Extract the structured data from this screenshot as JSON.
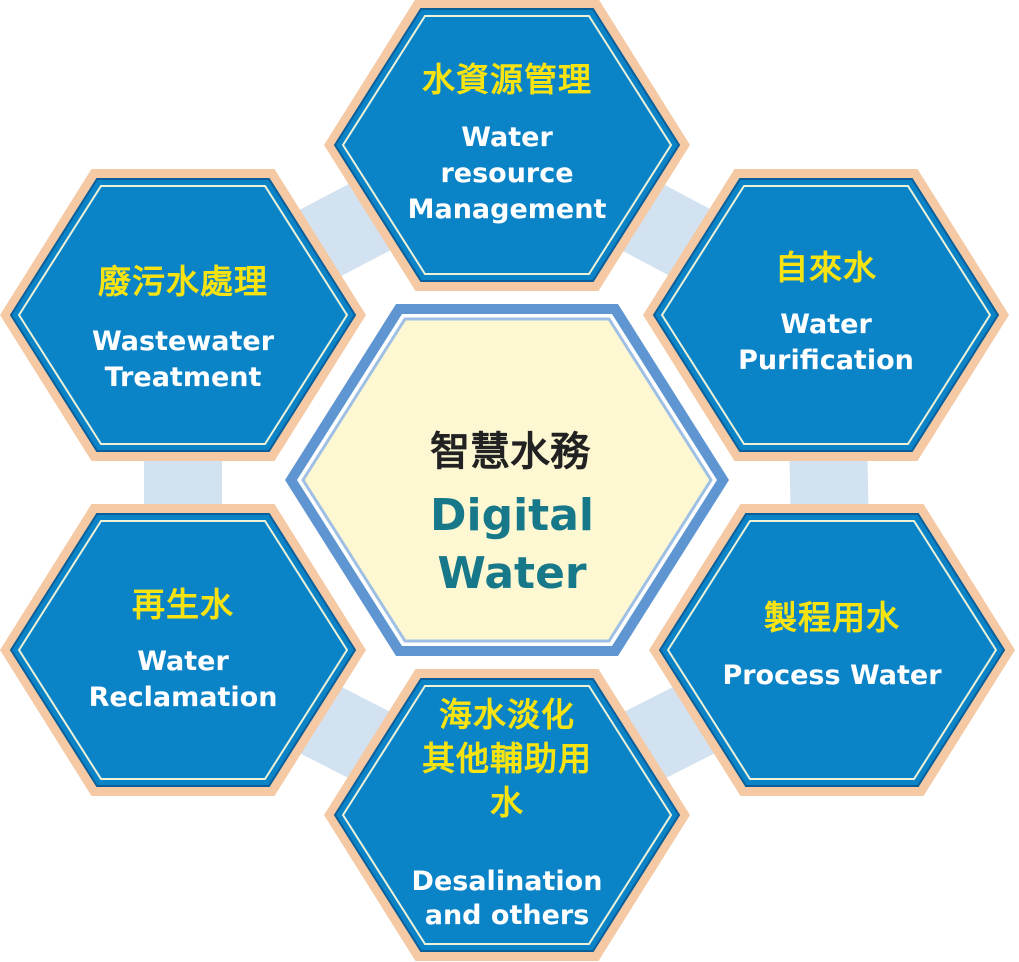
{
  "colors": {
    "border": "#f4c9a4",
    "fill": "#0b83c7",
    "inner_line": "#eef2d8",
    "connector": "#d3e2f0",
    "center_fill": "#fdf8d2",
    "center_border": "#5f95d0",
    "zh_text": "#f7e312",
    "center_en": "#17788a"
  },
  "center": {
    "zh": "智慧水務",
    "en_lines": [
      "Digital",
      "Water"
    ]
  },
  "nodes": [
    {
      "id": "water-resource-management",
      "zh": [
        "水資源管理"
      ],
      "en": [
        "Water",
        "resource",
        "Management"
      ]
    },
    {
      "id": "water-purification",
      "zh": [
        "自來水"
      ],
      "en": [
        "Water",
        "Purification"
      ]
    },
    {
      "id": "process-water",
      "zh": [
        "製程用水"
      ],
      "en": [
        "Process Water"
      ]
    },
    {
      "id": "desalination",
      "zh": [
        "海水淡化",
        "其他輔助用",
        "水"
      ],
      "en": [
        "Desalination",
        "and others"
      ]
    },
    {
      "id": "water-reclamation",
      "zh": [
        "再生水"
      ],
      "en": [
        "Water",
        "Reclamation"
      ]
    },
    {
      "id": "wastewater-treatment",
      "zh": [
        "廢污水處理"
      ],
      "en": [
        "Wastewater",
        "Treatment"
      ]
    }
  ]
}
